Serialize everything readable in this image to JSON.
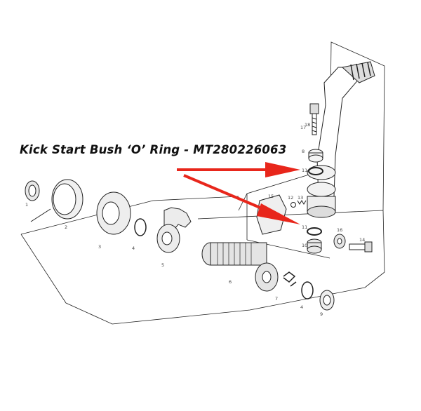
{
  "callout": {
    "text": "Kick Start Bush ‘O’ Ring - MT280226063",
    "arrow_color": "#e8261b"
  },
  "part_numbers": [
    "1",
    "2",
    "3",
    "4",
    "5",
    "6",
    "7",
    "4",
    "9",
    "10",
    "11",
    "12",
    "13",
    "14",
    "15",
    "16",
    "17",
    "18",
    "8",
    "11"
  ]
}
